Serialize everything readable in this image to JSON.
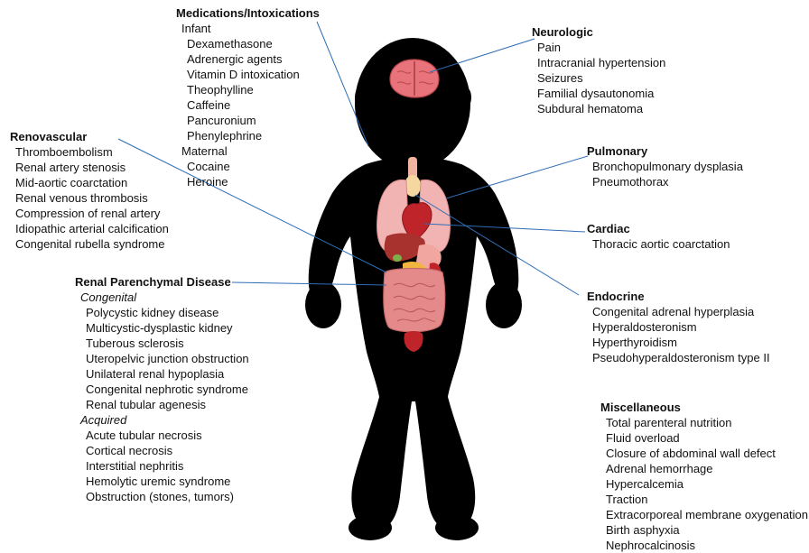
{
  "medications": {
    "heading": "Medications/Intoxications",
    "infant_label": "Infant",
    "infant_items": [
      "Dexamethasone",
      "Adrenergic agents",
      "Vitamin D intoxication",
      "Theophylline",
      "Caffeine",
      "Pancuronium",
      "Phenylephrine"
    ],
    "maternal_label": "Maternal",
    "maternal_items": [
      "Cocaine",
      "Heroine"
    ]
  },
  "renovascular": {
    "heading": "Renovascular",
    "items": [
      "Thromboembolism",
      "Renal artery stenosis",
      "Mid-aortic coarctation",
      "Renal venous thrombosis",
      "Compression of renal artery",
      "Idiopathic arterial calcification",
      "Congenital rubella syndrome"
    ]
  },
  "renal_parenchymal": {
    "heading": "Renal Parenchymal Disease",
    "congenital_label": "Congenital",
    "congenital_items": [
      "Polycystic kidney disease",
      "Multicystic-dysplastic kidney",
      "Tuberous sclerosis",
      "Uteropelvic junction obstruction",
      "Unilateral renal hypoplasia",
      "Congenital nephrotic syndrome",
      "Renal tubular agenesis"
    ],
    "acquired_label": "Acquired",
    "acquired_items": [
      "Acute tubular necrosis",
      "Cortical necrosis",
      "Interstitial nephritis",
      "Hemolytic uremic syndrome",
      "Obstruction (stones, tumors)"
    ]
  },
  "neurologic": {
    "heading": "Neurologic",
    "items": [
      "Pain",
      "Intracranial hypertension",
      "Seizures",
      "Familial dysautonomia",
      "Subdural hematoma"
    ]
  },
  "pulmonary": {
    "heading": "Pulmonary",
    "items": [
      "Bronchopulmonary dysplasia",
      "Pneumothorax"
    ]
  },
  "cardiac": {
    "heading": "Cardiac",
    "items": [
      "Thoracic aortic coarctation"
    ]
  },
  "endocrine": {
    "heading": "Endocrine",
    "items": [
      "Congenital adrenal hyperplasia",
      "Hyperaldosteronism",
      "Hyperthyroidism",
      "Pseudohyperaldosteronism type II"
    ]
  },
  "miscellaneous": {
    "heading": "Miscellaneous",
    "items": [
      "Total parenteral nutrition",
      "Fluid overload",
      "Closure of abdominal wall defect",
      "Adrenal hemorrhage",
      "Hypercalcemia",
      "Traction",
      "Extracorporeal membrane oxygenation",
      "Birth asphyxia",
      "Nephrocalcinosis"
    ]
  },
  "colors": {
    "silhouette": "#000000",
    "leader_line": "#2f6db5",
    "brain": "#e8737a",
    "organs": "#e58a8a",
    "heart": "#c0242b",
    "liver": "#a8322e",
    "stomach": "#f2b640"
  }
}
